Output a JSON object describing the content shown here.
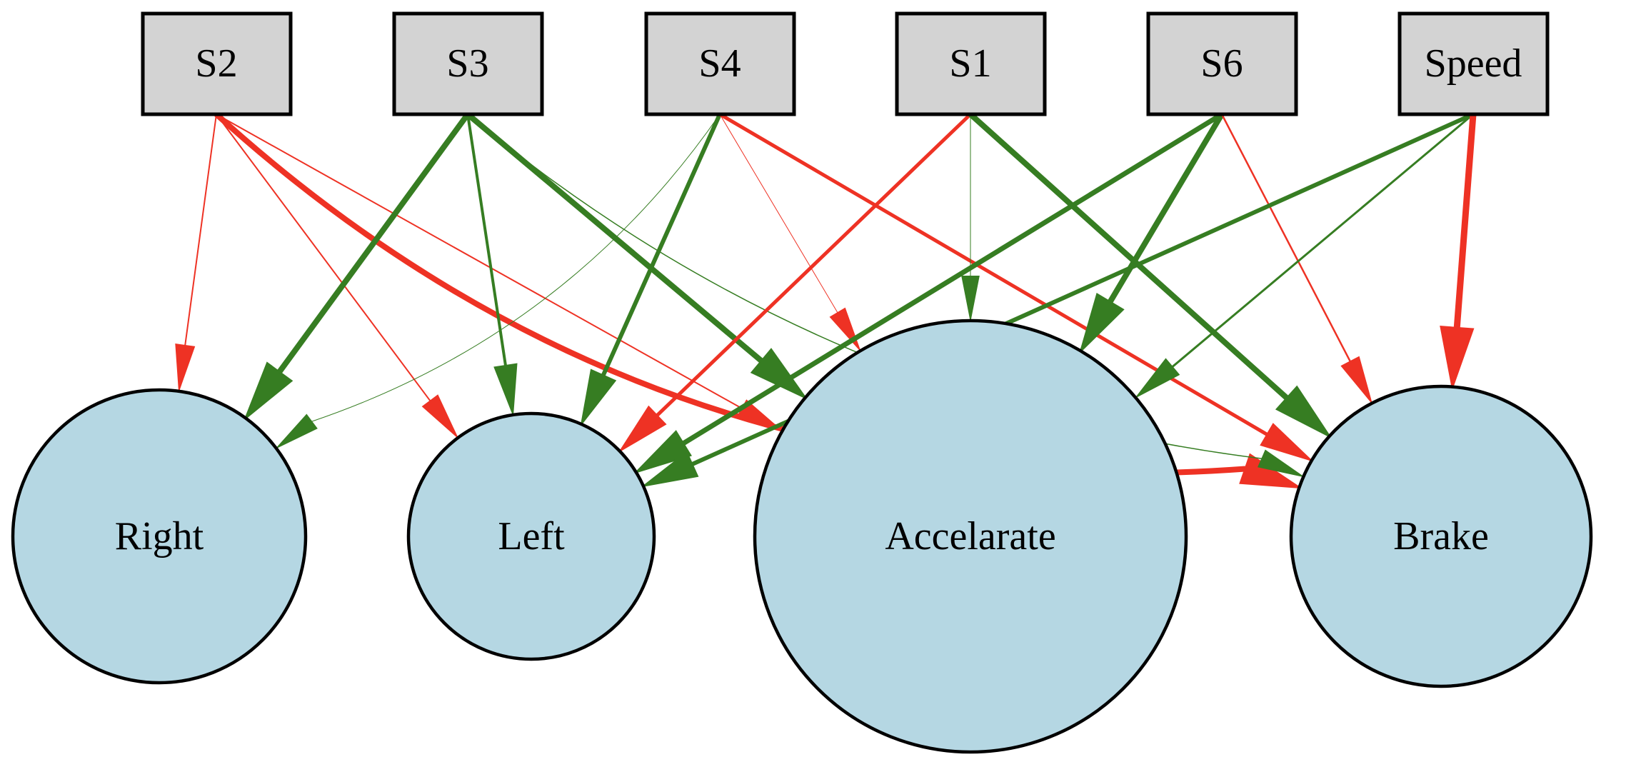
{
  "colors": {
    "positive": "#367d22",
    "negative": "#ee3224",
    "input_fill": "#d3d3d3",
    "output_fill": "#b5d7e3"
  },
  "inputs": [
    {
      "id": "S2",
      "label": "S2"
    },
    {
      "id": "S3",
      "label": "S3"
    },
    {
      "id": "S4",
      "label": "S4"
    },
    {
      "id": "S1",
      "label": "S1"
    },
    {
      "id": "S6",
      "label": "S6"
    },
    {
      "id": "Speed",
      "label": "Speed"
    }
  ],
  "outputs": [
    {
      "id": "Right",
      "label": "Right"
    },
    {
      "id": "Left",
      "label": "Left"
    },
    {
      "id": "Accelarate",
      "label": "Accelarate"
    },
    {
      "id": "Brake",
      "label": "Brake"
    }
  ],
  "edges": [
    {
      "from": "S2",
      "to": "Right",
      "sign": "negative",
      "weight": 2
    },
    {
      "from": "S2",
      "to": "Left",
      "sign": "negative",
      "weight": 2
    },
    {
      "from": "S2",
      "to": "Accelarate",
      "sign": "negative",
      "weight": 2
    },
    {
      "from": "S2",
      "to": "Brake",
      "sign": "negative",
      "weight": 8
    },
    {
      "from": "S3",
      "to": "Right",
      "sign": "positive",
      "weight": 8
    },
    {
      "from": "S3",
      "to": "Left",
      "sign": "positive",
      "weight": 4
    },
    {
      "from": "S3",
      "to": "Accelarate",
      "sign": "positive",
      "weight": 8
    },
    {
      "from": "S3",
      "to": "Brake",
      "sign": "positive",
      "weight": 1.5
    },
    {
      "from": "S4",
      "to": "Right",
      "sign": "positive",
      "weight": 1
    },
    {
      "from": "S4",
      "to": "Left",
      "sign": "positive",
      "weight": 6
    },
    {
      "from": "S4",
      "to": "Accelarate",
      "sign": "negative",
      "weight": 1
    },
    {
      "from": "S4",
      "to": "Brake",
      "sign": "negative",
      "weight": 5
    },
    {
      "from": "S1",
      "to": "Left",
      "sign": "negative",
      "weight": 5
    },
    {
      "from": "S1",
      "to": "Accelarate",
      "sign": "positive",
      "weight": 1
    },
    {
      "from": "S1",
      "to": "Brake",
      "sign": "positive",
      "weight": 8
    },
    {
      "from": "S6",
      "to": "Left",
      "sign": "positive",
      "weight": 7
    },
    {
      "from": "S6",
      "to": "Accelarate",
      "sign": "positive",
      "weight": 8
    },
    {
      "from": "S6",
      "to": "Brake",
      "sign": "negative",
      "weight": 2.5
    },
    {
      "from": "Speed",
      "to": "Left",
      "sign": "positive",
      "weight": 6
    },
    {
      "from": "Speed",
      "to": "Accelarate",
      "sign": "positive",
      "weight": 3
    },
    {
      "from": "Speed",
      "to": "Brake",
      "sign": "negative",
      "weight": 9
    }
  ]
}
